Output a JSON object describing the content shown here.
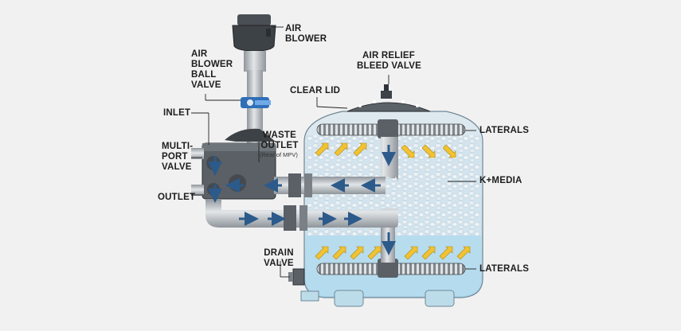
{
  "labels": {
    "air_blower": [
      "AIR",
      "BLOWER"
    ],
    "air_blower_ball_valve": [
      "AIR",
      "BLOWER",
      "BALL",
      "VALVE"
    ],
    "air_relief_bleed_valve": [
      "AIR RELIEF",
      "BLEED VALVE"
    ],
    "clear_lid": "CLEAR LID",
    "inlet": "INLET",
    "multiport_valve": [
      "MULTI-",
      "PORT",
      "VALVE"
    ],
    "waste_outlet": [
      "WASTE",
      "OUTLET"
    ],
    "waste_outlet_note": "(Rear of MPV)",
    "outlet": "OUTLET",
    "laterals_top": "LATERALS",
    "k_media": "K+MEDIA",
    "drain_valve": [
      "DRAIN",
      "VALVE"
    ],
    "laterals_bottom": "LATERALS"
  },
  "colors": {
    "background": "#f1f1f1",
    "tank_water": "#bfe0ee",
    "media": "#e6eef3",
    "pipe": "#c9cdd1",
    "pipe_dark": "#4a4f55",
    "flow_arrow": "#2c5a8a",
    "air_arrow": "#f1c232",
    "ball_valve_handle": "#3b82d0"
  }
}
